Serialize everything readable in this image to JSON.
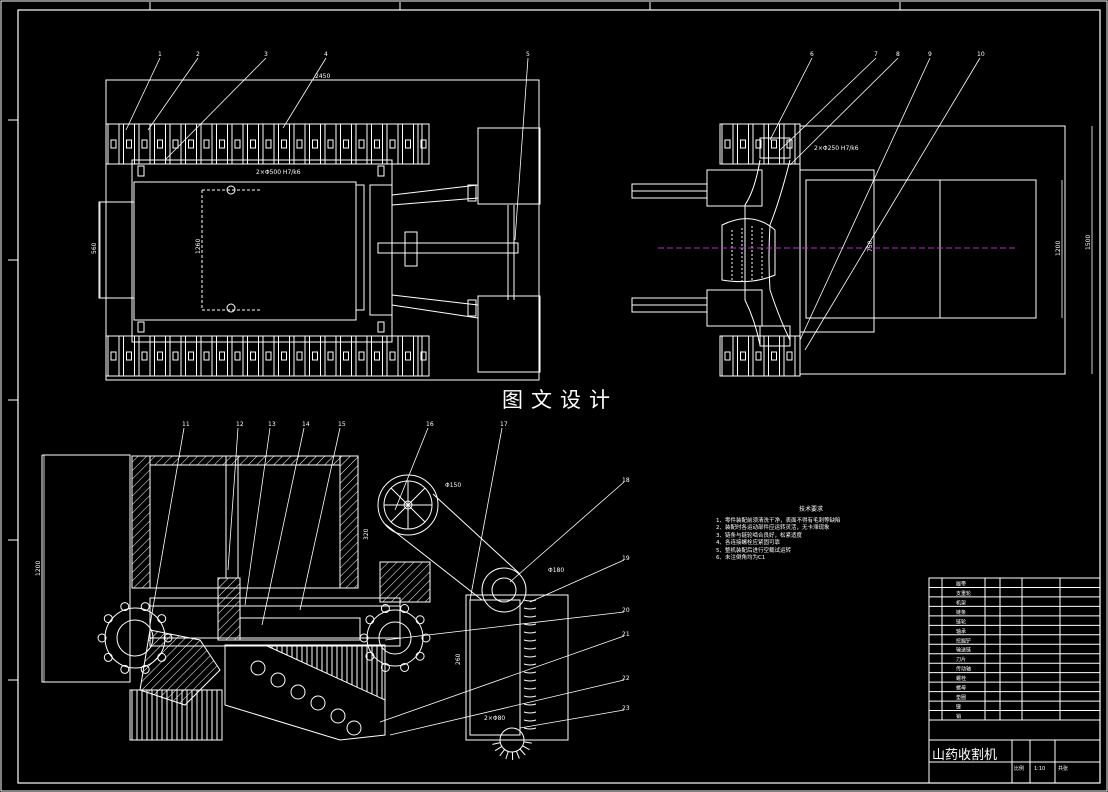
{
  "watermark_text": "图文设计",
  "drawing_title": "山药收割机",
  "tech_requirements": {
    "heading": "技术要求",
    "lines": [
      "1、零件装配前须清洗干净，表面不得有毛刺等缺陷",
      "2、装配时各运动部件应运转灵活，无卡滞现象",
      "3、链条与链轮啮合良好，松紧适度",
      "4、各连接螺栓应紧固可靠",
      "5、整机装配后进行空载试运转",
      "6、未注倒角均为C1"
    ]
  },
  "balloons": {
    "top_left": [
      "1",
      "2",
      "3",
      "4",
      "5"
    ],
    "top_right": [
      "6",
      "7",
      "8",
      "9",
      "10"
    ],
    "bottom": [
      "11",
      "12",
      "13",
      "14",
      "15",
      "16",
      "17",
      "18",
      "19",
      "20",
      "21",
      "22",
      "23"
    ]
  },
  "dimensions": {
    "overall_length": "2450",
    "left_height": "560",
    "inner_width": "1260",
    "right_total": "1500",
    "right_inner": "1200",
    "right_mid": "750",
    "bottom_tall": "1200",
    "bottom_mid": "320",
    "bottom_right": "260"
  },
  "fits": [
    "2×Φ500 H7/k6",
    "2×Φ250 H7/k6",
    "Φ150",
    "Φ180",
    "2×Φ80"
  ],
  "title_block": {
    "scale_label": "比例",
    "scale_value": "1:10",
    "sheet_label": "共张",
    "rows": [
      "履带",
      "支重轮",
      "机架",
      "链条",
      "链轮",
      "轴承",
      "挖掘铲",
      "输送链",
      "刀片",
      "传动轴",
      "螺栓",
      "螺母",
      "垫圈",
      "键",
      "销"
    ]
  },
  "colors": {
    "line": "#ffffff",
    "centerline": "#c026d3",
    "background": "#000000"
  }
}
